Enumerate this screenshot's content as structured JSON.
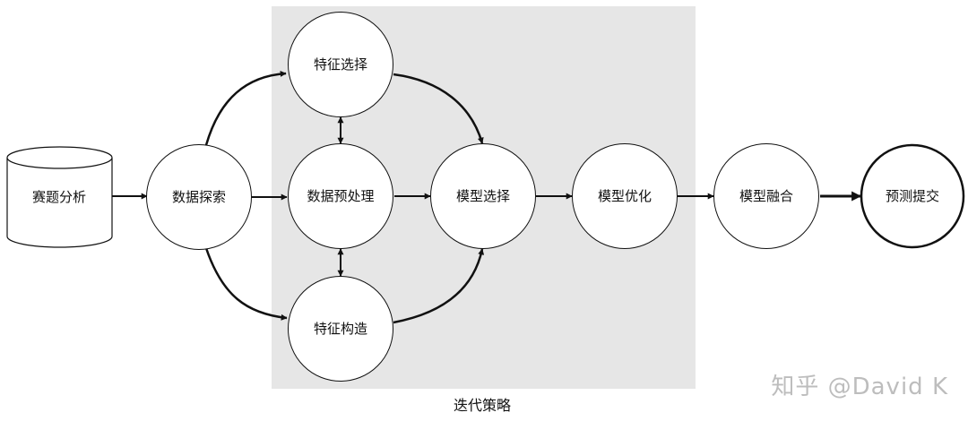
{
  "region": {
    "label": "迭代策略",
    "fill": "#e6e6e6"
  },
  "nodes": {
    "analysis": "赛题分析",
    "explore": "数据探索",
    "feature_select": "特征选择",
    "preprocess": "数据预处理",
    "feature_build": "特征构造",
    "model_select": "模型选择",
    "model_opt": "模型优化",
    "model_fusion": "模型融合",
    "submit": "预测提交"
  },
  "watermark": "知乎 @David K",
  "colors": {
    "stroke": "#111111",
    "node_fill": "#ffffff",
    "background": "#ffffff"
  }
}
